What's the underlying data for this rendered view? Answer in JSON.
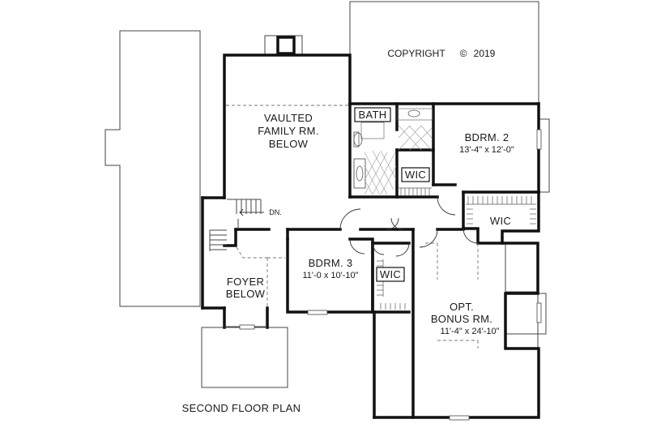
{
  "plan": {
    "copyright": "COPYRIGHT",
    "copyright_year": "2019",
    "copyright_symbol": "©",
    "title": "SECOND FLOOR PLAN",
    "stair_label": "DN.",
    "rooms": {
      "vaulted": {
        "line1": "VAULTED",
        "line2": "FAMILY RM.",
        "line3": "BELOW"
      },
      "bath": {
        "name": "BATH"
      },
      "bdrm2": {
        "name": "BDRM. 2",
        "dims": "13'-4\" x 12'-0\""
      },
      "wic1": {
        "name": "WIC"
      },
      "wic2": {
        "name": "WIC"
      },
      "wic3": {
        "name": "WIC"
      },
      "bdrm3": {
        "name": "BDRM. 3",
        "dims": "11'-0 x 10'-10\""
      },
      "foyer": {
        "line1": "FOYER",
        "line2": "BELOW"
      },
      "bonus": {
        "line1": "OPT.",
        "line2": "BONUS RM.",
        "dims": "11'-4\" x 24'-10\""
      }
    }
  }
}
